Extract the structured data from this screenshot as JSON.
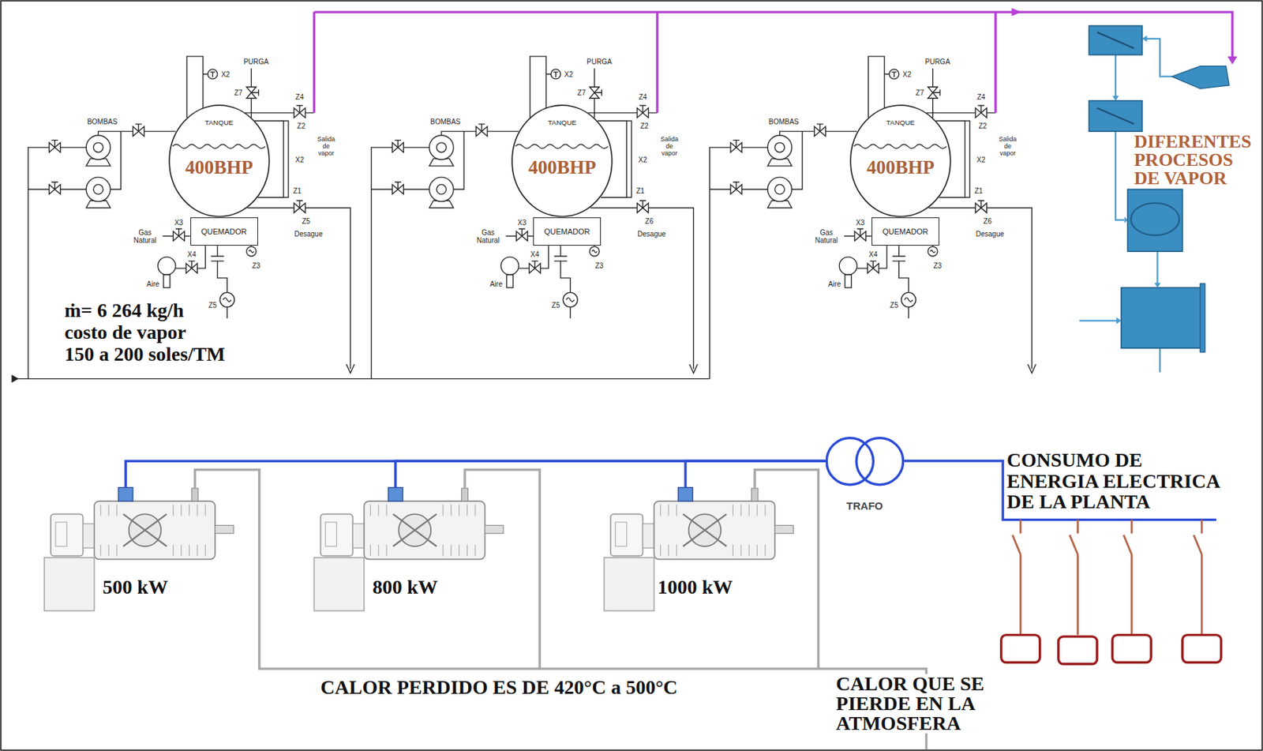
{
  "diagram": {
    "nodes": [
      {
        "text": [
          "TANQUE",
          "400BHP"
        ]
      },
      {
        "text": [
          "QUEMADOR"
        ]
      },
      {
        "text": [
          "TANQUE",
          "400BHP"
        ]
      },
      {
        "text": [
          "QUEMADOR"
        ]
      },
      {
        "text": [
          "TANQUE",
          "400BHP"
        ]
      },
      {
        "text": [
          "QUEMADOR"
        ]
      },
      {
        "text": [
          "500 kW"
        ]
      },
      {
        "text": [
          "800 kW"
        ]
      },
      {
        "text": [
          "1000 kW"
        ]
      },
      {
        "text": [
          "TRAFO"
        ]
      }
    ],
    "edges": [
      {
        "from": 6,
        "to": 9,
        "arrow": "none"
      },
      {
        "from": 7,
        "to": 9,
        "arrow": "none"
      },
      {
        "from": 8,
        "to": 9,
        "arrow": "none"
      }
    ],
    "labels": [
      "BOMBAS",
      "PURGA",
      "X2",
      "Z7",
      "Z4",
      "Z2",
      "Salida de vapor",
      "X2",
      "Z1",
      "Z5",
      "Desague",
      "Gas Natural",
      "X3",
      "X4",
      "Aire",
      "Z3",
      "Z5",
      "BOMBAS",
      "PURGA",
      "X2",
      "Z7",
      "Z4",
      "Z2",
      "Salida de vapor",
      "X2",
      "Z1",
      "Z6",
      "Desague",
      "Gas Natural",
      "X3",
      "X4",
      "Aire",
      "Z3",
      "Z5",
      "BOMBAS",
      "PURGA",
      "X2",
      "Z7",
      "Z4",
      "Z2",
      "Salida de vapor",
      "X2",
      "Z1",
      "Z6",
      "Desague",
      "Gas Natural",
      "X3",
      "X4",
      "Aire",
      "Z3",
      "Z5",
      "ṁ= 6 264 kg/h",
      "costo de vapor",
      "150 a 200 soles/TM",
      "DIFERENTES PROCESOS DE VAPOR",
      "CONSUMO DE ENERGIA ELECTRICA DE LA PLANTA",
      "CALOR PERDIDO ES DE 420°C a 500°C",
      "CALOR QUE SE PIERDE EN LA ATMOSFERA"
    ]
  }
}
